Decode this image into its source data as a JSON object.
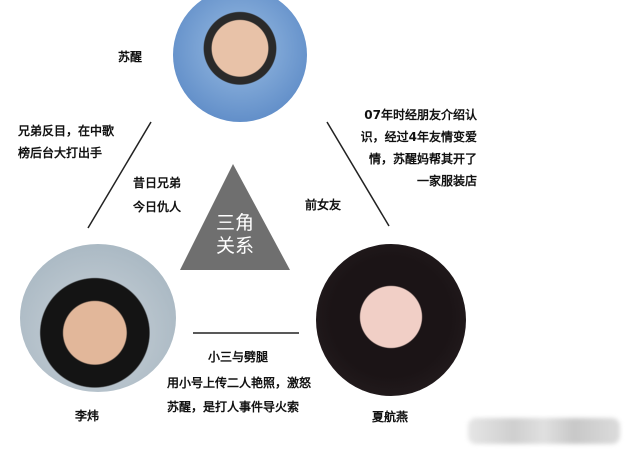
{
  "people": {
    "top": {
      "name": "苏醒"
    },
    "left": {
      "name": "李炜"
    },
    "right": {
      "name": "夏航燕"
    }
  },
  "center": {
    "line1": "三角",
    "line2": "关系"
  },
  "relations": {
    "left_outer": [
      "兄弟反目，在中歌",
      "榜后台大打出手"
    ],
    "left_inner": [
      "昔日兄弟",
      "今日仇人"
    ],
    "right_inner": "前女友",
    "right_outer": [
      "07年时经朋友介绍认",
      "识，经过4年友情变爱",
      "情，苏醒妈帮其开了",
      "一家服装店"
    ],
    "bottom_title": "小三与劈腿",
    "bottom_text": [
      "用小号上传二人艳照，激怒",
      "苏醒，是打人事件导火索"
    ]
  },
  "colors": {
    "triangle": "#6f6f6f",
    "line": "#222222"
  }
}
